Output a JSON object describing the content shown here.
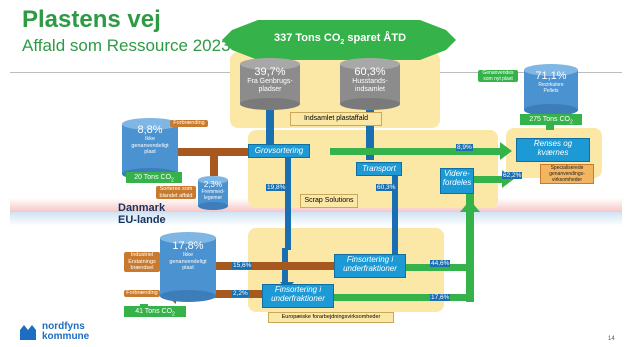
{
  "header": {
    "title": "Plastens vej",
    "subtitle": "Affald som Ressource 2023"
  },
  "banner": {
    "text_prefix": "337 Tons CO",
    "text_sub": "2",
    "text_suffix": " sparet ÅTD"
  },
  "regions": {
    "top": "Danmark",
    "bottom": "EU-lande"
  },
  "sources": [
    {
      "percent": "39,7%",
      "label_line1": "Fra Genbrugs-",
      "label_line2": "pladser"
    },
    {
      "percent": "60,3%",
      "label_line1": "Husstands-",
      "label_line2": "indsamlet"
    }
  ],
  "collected_label": "Indsamlet plastaffald",
  "company_label": "Scrap Solutions",
  "eu_companies_label": "Europæiske forarbejdningsvirksomheder",
  "process_boxes": {
    "grovsortering": "Grovsortering",
    "transport": "Transport",
    "viderefordeles_line1": "Videre-",
    "viderefordeles_line2": "fordeles",
    "finsortering_1_line1": "Finsortering i",
    "finsortering_1_line2": "underfraktioner",
    "finsortering_2_line1": "Finsortering i",
    "finsortering_2_line2": "underfraktioner",
    "renses_line1": "Renses og",
    "renses_line2": "kværnes"
  },
  "flow_percentages": {
    "grov_down": "19,8%",
    "transport_down": "60,3%",
    "grov_to_renses": "8,9%",
    "videre_to_renses": "62,2%",
    "eu_top_left": "15,6%",
    "eu_top_right": "44,6%",
    "eu_bottom_left": "2,2%",
    "eu_bottom_right": "17,6%"
  },
  "tanks": {
    "dk_left": {
      "percent": "8,8%",
      "lines": [
        "Ikke",
        "genanvendeligt",
        "plast"
      ],
      "co2_prefix": "20 Tons CO",
      "co2_sub": "2"
    },
    "dk_small": {
      "percent": "2,3%",
      "lines": [
        "Fremmed-",
        "legemer"
      ]
    },
    "dk_right": {
      "percent": "71,1%",
      "lines": [
        "Recirkulere",
        "Pellets"
      ],
      "co2_prefix": "275 Tons CO",
      "co2_sub": "2"
    },
    "eu_left": {
      "percent": "17,8%",
      "lines": [
        "Ikke",
        "genanvendeligt",
        "plast"
      ],
      "co2_prefix": "41 Tons CO",
      "co2_sub": "2"
    }
  },
  "side_labels": {
    "forbraending_dk": "Forbrænding",
    "sorteres_line1": "Sorteres som",
    "sorteres_line2": "blandet affald",
    "genanvendes_line1": "Genanvendes",
    "genanvendes_line2": "som nyt plast",
    "special_line1": "Specialiserede",
    "special_line2": "genanvendings-",
    "special_line3": "virksomheder",
    "industriel_line1": "Industriel",
    "industriel_line2": "Erstatnings",
    "industriel_line3": "brændsel",
    "forbraending_eu": "Forbrænding"
  },
  "logo": {
    "line1": "nordfyns",
    "line2": "kommune"
  },
  "page_number": "14",
  "colors": {
    "green": "#2e9a44",
    "arrow_green": "#36b24a",
    "blue": "#1d9ad6",
    "dark_blue": "#1a6fb0",
    "brown": "#a7581f",
    "yellow": "#fbe8a6",
    "gray": "#8c8c8c"
  }
}
